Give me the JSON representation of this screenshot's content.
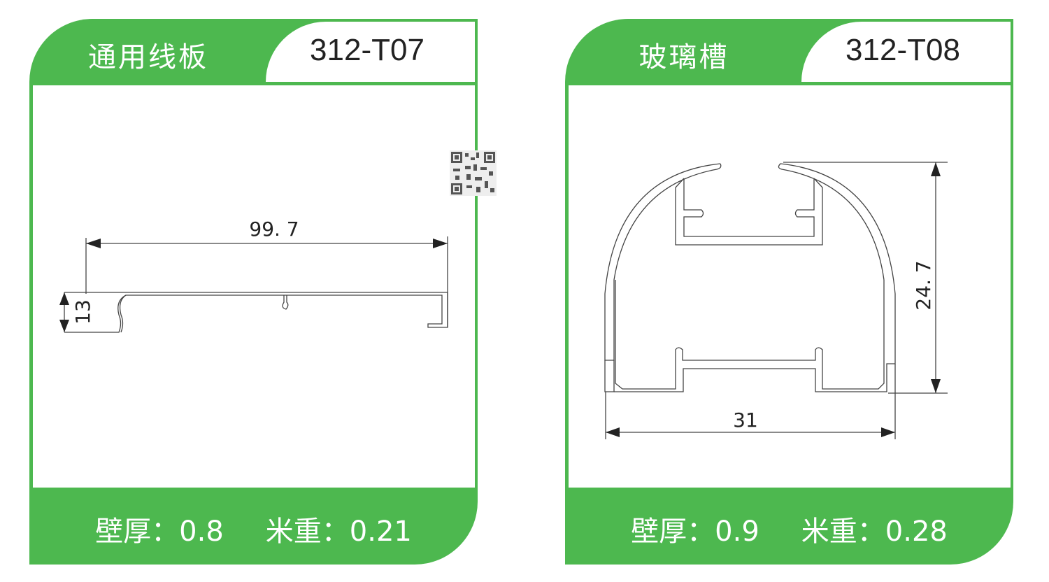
{
  "products": [
    {
      "name": "通用线板",
      "code": "312-T07",
      "wall_thickness_label": "壁厚：",
      "wall_thickness": "0.8",
      "weight_label": "米重：",
      "weight": "0.21",
      "dimensions": {
        "width": "99. 7",
        "height": "13"
      }
    },
    {
      "name": "玻璃槽",
      "code": "312-T08",
      "wall_thickness_label": "壁厚：",
      "wall_thickness": "0.9",
      "weight_label": "米重：",
      "weight": "0.28",
      "dimensions": {
        "width": "31",
        "height": "24. 7"
      }
    }
  ],
  "colors": {
    "brand_green": "#4db84f"
  }
}
